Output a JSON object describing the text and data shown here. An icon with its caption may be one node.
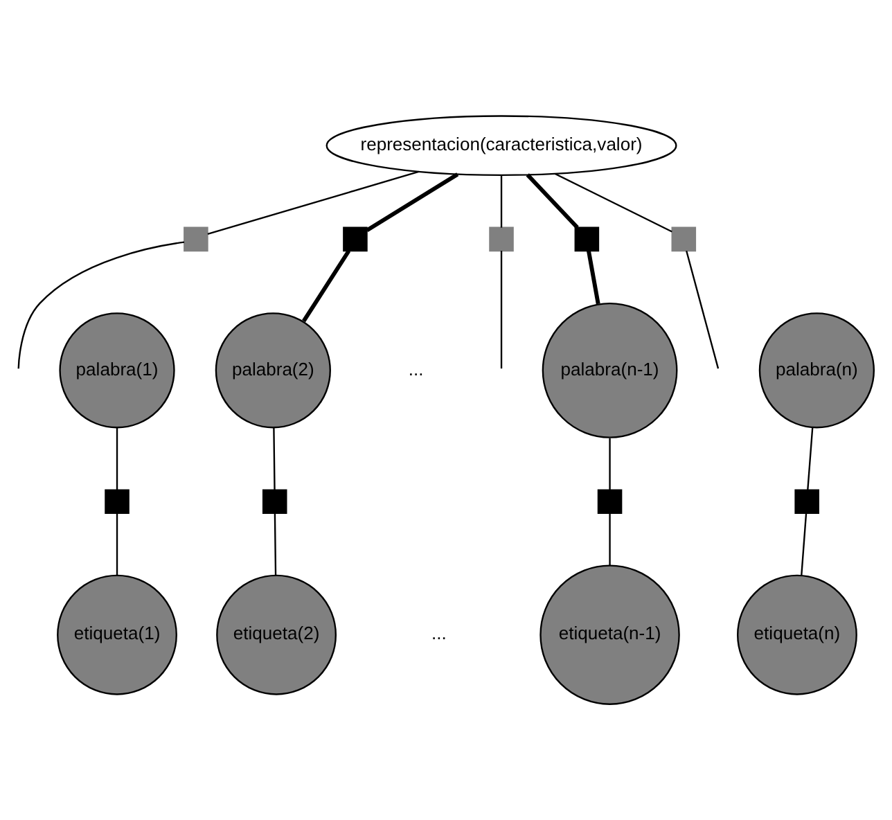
{
  "diagram": {
    "nodes": [
      {
        "text": [
          "representacion(caracteristica,valor)"
        ]
      },
      {
        "text": [],
        "shape": "box"
      },
      {
        "text": [],
        "shape": "box"
      },
      {
        "text": [],
        "shape": "box"
      },
      {
        "text": [],
        "shape": "box"
      },
      {
        "text": [],
        "shape": "box"
      },
      {
        "text": [
          "palabra(1)"
        ]
      },
      {
        "text": [
          "palabra(2)"
        ]
      },
      {
        "text": [
          "palabra(n-1)"
        ]
      },
      {
        "text": [
          "palabra(n)"
        ]
      },
      {
        "text": [],
        "shape": "box"
      },
      {
        "text": [],
        "shape": "box"
      },
      {
        "text": [],
        "shape": "box"
      },
      {
        "text": [],
        "shape": "box"
      },
      {
        "text": [
          "etiqueta(1)"
        ]
      },
      {
        "text": [
          "etiqueta(2)"
        ]
      },
      {
        "text": [
          "etiqueta(n-1)"
        ]
      },
      {
        "text": [
          "etiqueta(n)"
        ]
      }
    ],
    "edges": [
      {
        "from": 0,
        "to": 1,
        "arrow": "none"
      },
      {
        "from": 1,
        "to": null,
        "arrow": "none"
      },
      {
        "from": 0,
        "to": 2,
        "arrow": "none",
        "style": "thick"
      },
      {
        "from": 2,
        "to": 7,
        "arrow": "none",
        "style": "thick"
      },
      {
        "from": 0,
        "to": 3,
        "arrow": "none"
      },
      {
        "from": 3,
        "to": null,
        "arrow": "none"
      },
      {
        "from": 0,
        "to": 4,
        "arrow": "none",
        "style": "thick"
      },
      {
        "from": 4,
        "to": 8,
        "arrow": "none",
        "style": "thick"
      },
      {
        "from": 0,
        "to": 5,
        "arrow": "none"
      },
      {
        "from": 5,
        "to": null,
        "arrow": "none"
      },
      {
        "from": 6,
        "to": 10,
        "arrow": "none"
      },
      {
        "from": 10,
        "to": 14,
        "arrow": "none"
      },
      {
        "from": 7,
        "to": 11,
        "arrow": "none"
      },
      {
        "from": 11,
        "to": 15,
        "arrow": "none"
      },
      {
        "from": 8,
        "to": 12,
        "arrow": "none"
      },
      {
        "from": 12,
        "to": 16,
        "arrow": "none"
      },
      {
        "from": 9,
        "to": 13,
        "arrow": "none"
      },
      {
        "from": 13,
        "to": 17,
        "arrow": "none"
      }
    ],
    "labels": [
      "...",
      "..."
    ]
  }
}
